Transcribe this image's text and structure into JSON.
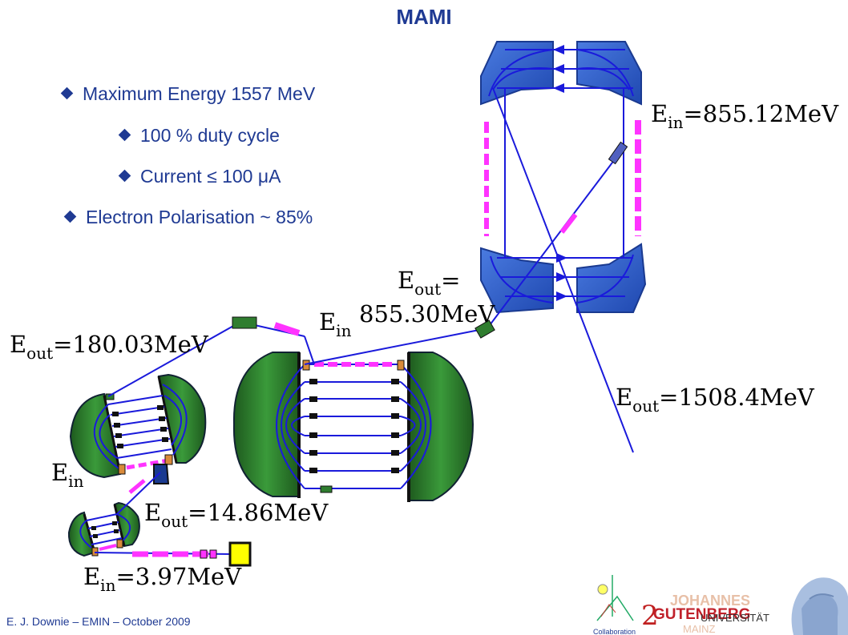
{
  "title": "MAMI",
  "bullets": [
    "Maximum Energy 1557 MeV",
    "100 % duty cycle",
    "Current ≤ 100 μA",
    "Electron Polarisation ~ 85%"
  ],
  "labels": {
    "e_in_855_main": "E",
    "e_in_855_sub": "in",
    "e_in_855_val": "=855.12MeV",
    "e_out_855_main": "E",
    "e_out_855_sub": "out",
    "e_out_855_eq": "=",
    "e_out_855_val": "855.30MeV",
    "e_in_mid_main": "E",
    "e_in_mid_sub": "in",
    "e_out_180_main": "E",
    "e_out_180_sub": "out",
    "e_out_180_val": "=180.03MeV",
    "e_out_1508_main": "E",
    "e_out_1508_sub": "out",
    "e_out_1508_val": "=1508.4MeV",
    "e_in_left_main": "E",
    "e_in_left_sub": "in",
    "e_out_14_main": "E",
    "e_out_14_sub": "out",
    "e_out_14_val": "=14.86MeV",
    "e_in_3_main": "E",
    "e_in_3_sub": "in",
    "e_in_3_val": "=3.97MeV"
  },
  "footer": "E. J. Downie – EMIN – October 2009",
  "logos": {
    "a2_collab": "A2 Collaboration",
    "gutenberg": "JOHANNES GUTENBERG UNIVERSITÄT MAINZ",
    "portrait": "Gutenberg portrait"
  },
  "colors": {
    "beam": "#1a1adb",
    "magnet_green": "#2f7d2f",
    "hdsm_blue": "#2f5fd0",
    "linac_magenta": "#ff33ff",
    "text_blue": "#1f3a93"
  }
}
